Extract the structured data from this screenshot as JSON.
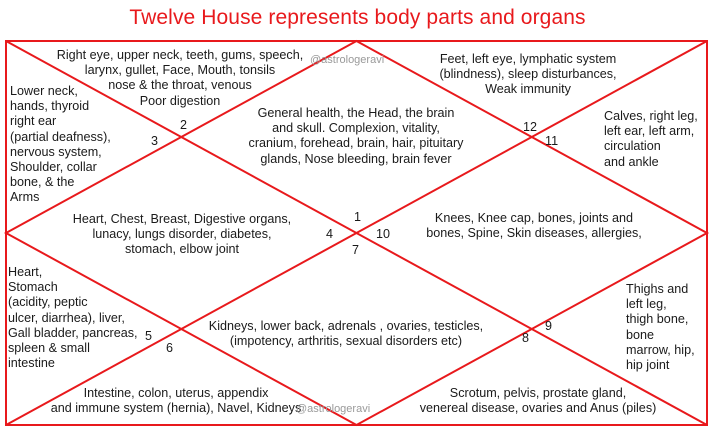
{
  "title": "Twelve House represents body parts and organs",
  "watermark": "@astrologeravi",
  "colors": {
    "frame": "#e8191c",
    "title": "#e8191c",
    "text": "#1a1a1a"
  },
  "houses": [
    {
      "number": "1",
      "text": "General health, the Head, the brain\nand skull. Complexion, vitality,\ncranium, forehead, brain, hair, pituitary\nglands, Nose bleeding, brain fever"
    },
    {
      "number": "2",
      "text": "Right eye, upper neck, teeth, gums, speech,\nlarynx, gullet, Face, Mouth, tonsils\nnose & the throat, venous\nPoor digestion"
    },
    {
      "number": "3",
      "text": "Lower neck,\nhands, thyroid\nright ear\n(partial deafness),\nnervous system,\nShoulder, collar\nbone, & the\nArms"
    },
    {
      "number": "4",
      "text": "Heart, Chest, Breast, Digestive organs,\nlunacy, lungs disorder, diabetes,\nstomach, elbow joint"
    },
    {
      "number": "5",
      "text": "Heart,\nStomach\n(acidity, peptic\nulcer, diarrhea),  liver,\nGall bladder, pancreas,\nspleen & small\nintestine"
    },
    {
      "number": "6",
      "text": "Intestine, colon, uterus, appendix\nand immune system (hernia), Navel, Kidneys"
    },
    {
      "number": "7",
      "text": "Kidneys, lower back, adrenals , ovaries, testicles,\n(impotency, arthritis, sexual disorders etc)"
    },
    {
      "number": "8",
      "text": "Scrotum, pelvis, prostate gland,\nvenereal disease, ovaries and Anus  (piles)"
    },
    {
      "number": "9",
      "text": "Thighs and\nleft leg,\n thigh bone,\nbone\nmarrow, hip,\nhip joint"
    },
    {
      "number": "10",
      "text": "Knees, Knee cap, bones, joints and\nbones, Spine, Skin diseases, allergies,"
    },
    {
      "number": "11",
      "text": "Calves, right leg,\nleft ear, left arm,\ncirculation\nand ankle"
    },
    {
      "number": "12",
      "text": "Feet, left eye, lymphatic system\n(blindness), sleep disturbances,\nWeak immunity"
    }
  ]
}
